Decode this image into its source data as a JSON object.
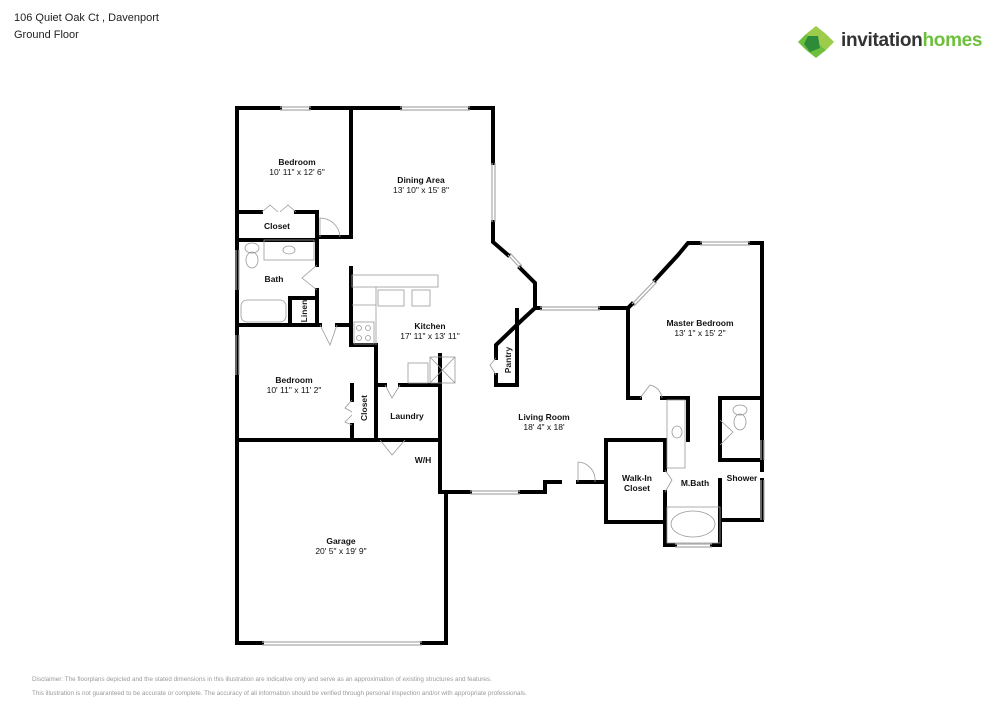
{
  "header": {
    "address": "106 Quiet Oak Ct , Davenport",
    "floor": "Ground Floor"
  },
  "brand": {
    "name_part1": "invitation",
    "name_part2": "homes",
    "colors": {
      "dark": "#333333",
      "green": "#6dbf3c",
      "green_dark": "#2e8b3a",
      "green_light": "#9ccc4a"
    }
  },
  "rooms": {
    "bedroom1": {
      "name": "Bedroom",
      "dims": "10' 11\" x 12' 6\""
    },
    "dining": {
      "name": "Dining Area",
      "dims": "13' 10\" x 15' 8\""
    },
    "closet1": {
      "name": "Closet"
    },
    "bath": {
      "name": "Bath"
    },
    "linen": {
      "name": "Linen"
    },
    "kitchen": {
      "name": "Kitchen",
      "dims": "17' 11\" x 13' 11\""
    },
    "pantry": {
      "name": "Pantry"
    },
    "bedroom2": {
      "name": "Bedroom",
      "dims": "10' 11\" x 11' 2\""
    },
    "closet2": {
      "name": "Closet"
    },
    "laundry": {
      "name": "Laundry"
    },
    "wh": {
      "name": "W/H"
    },
    "living": {
      "name": "Living Room",
      "dims": "18' 4\" x 18'"
    },
    "master": {
      "name": "Master Bedroom",
      "dims": "13' 1\" x 15' 2\""
    },
    "walkin": {
      "name": "Walk-In",
      "name2": "Closet"
    },
    "mbath": {
      "name": "M.Bath"
    },
    "shower": {
      "name": "Shower"
    },
    "garage": {
      "name": "Garage",
      "dims": "20' 5\" x 19' 9\""
    }
  },
  "disclaimer": {
    "line1": "Disclaimer: The floorplans depicted and the stated dimensions in this illustration are indicative only and serve as an approximation of existing structures and features.",
    "line2": "This illustration is not guaranteed to be accurate or complete. The accuracy of all information should be verified through personal inspection and/or with appropriate professionals."
  }
}
